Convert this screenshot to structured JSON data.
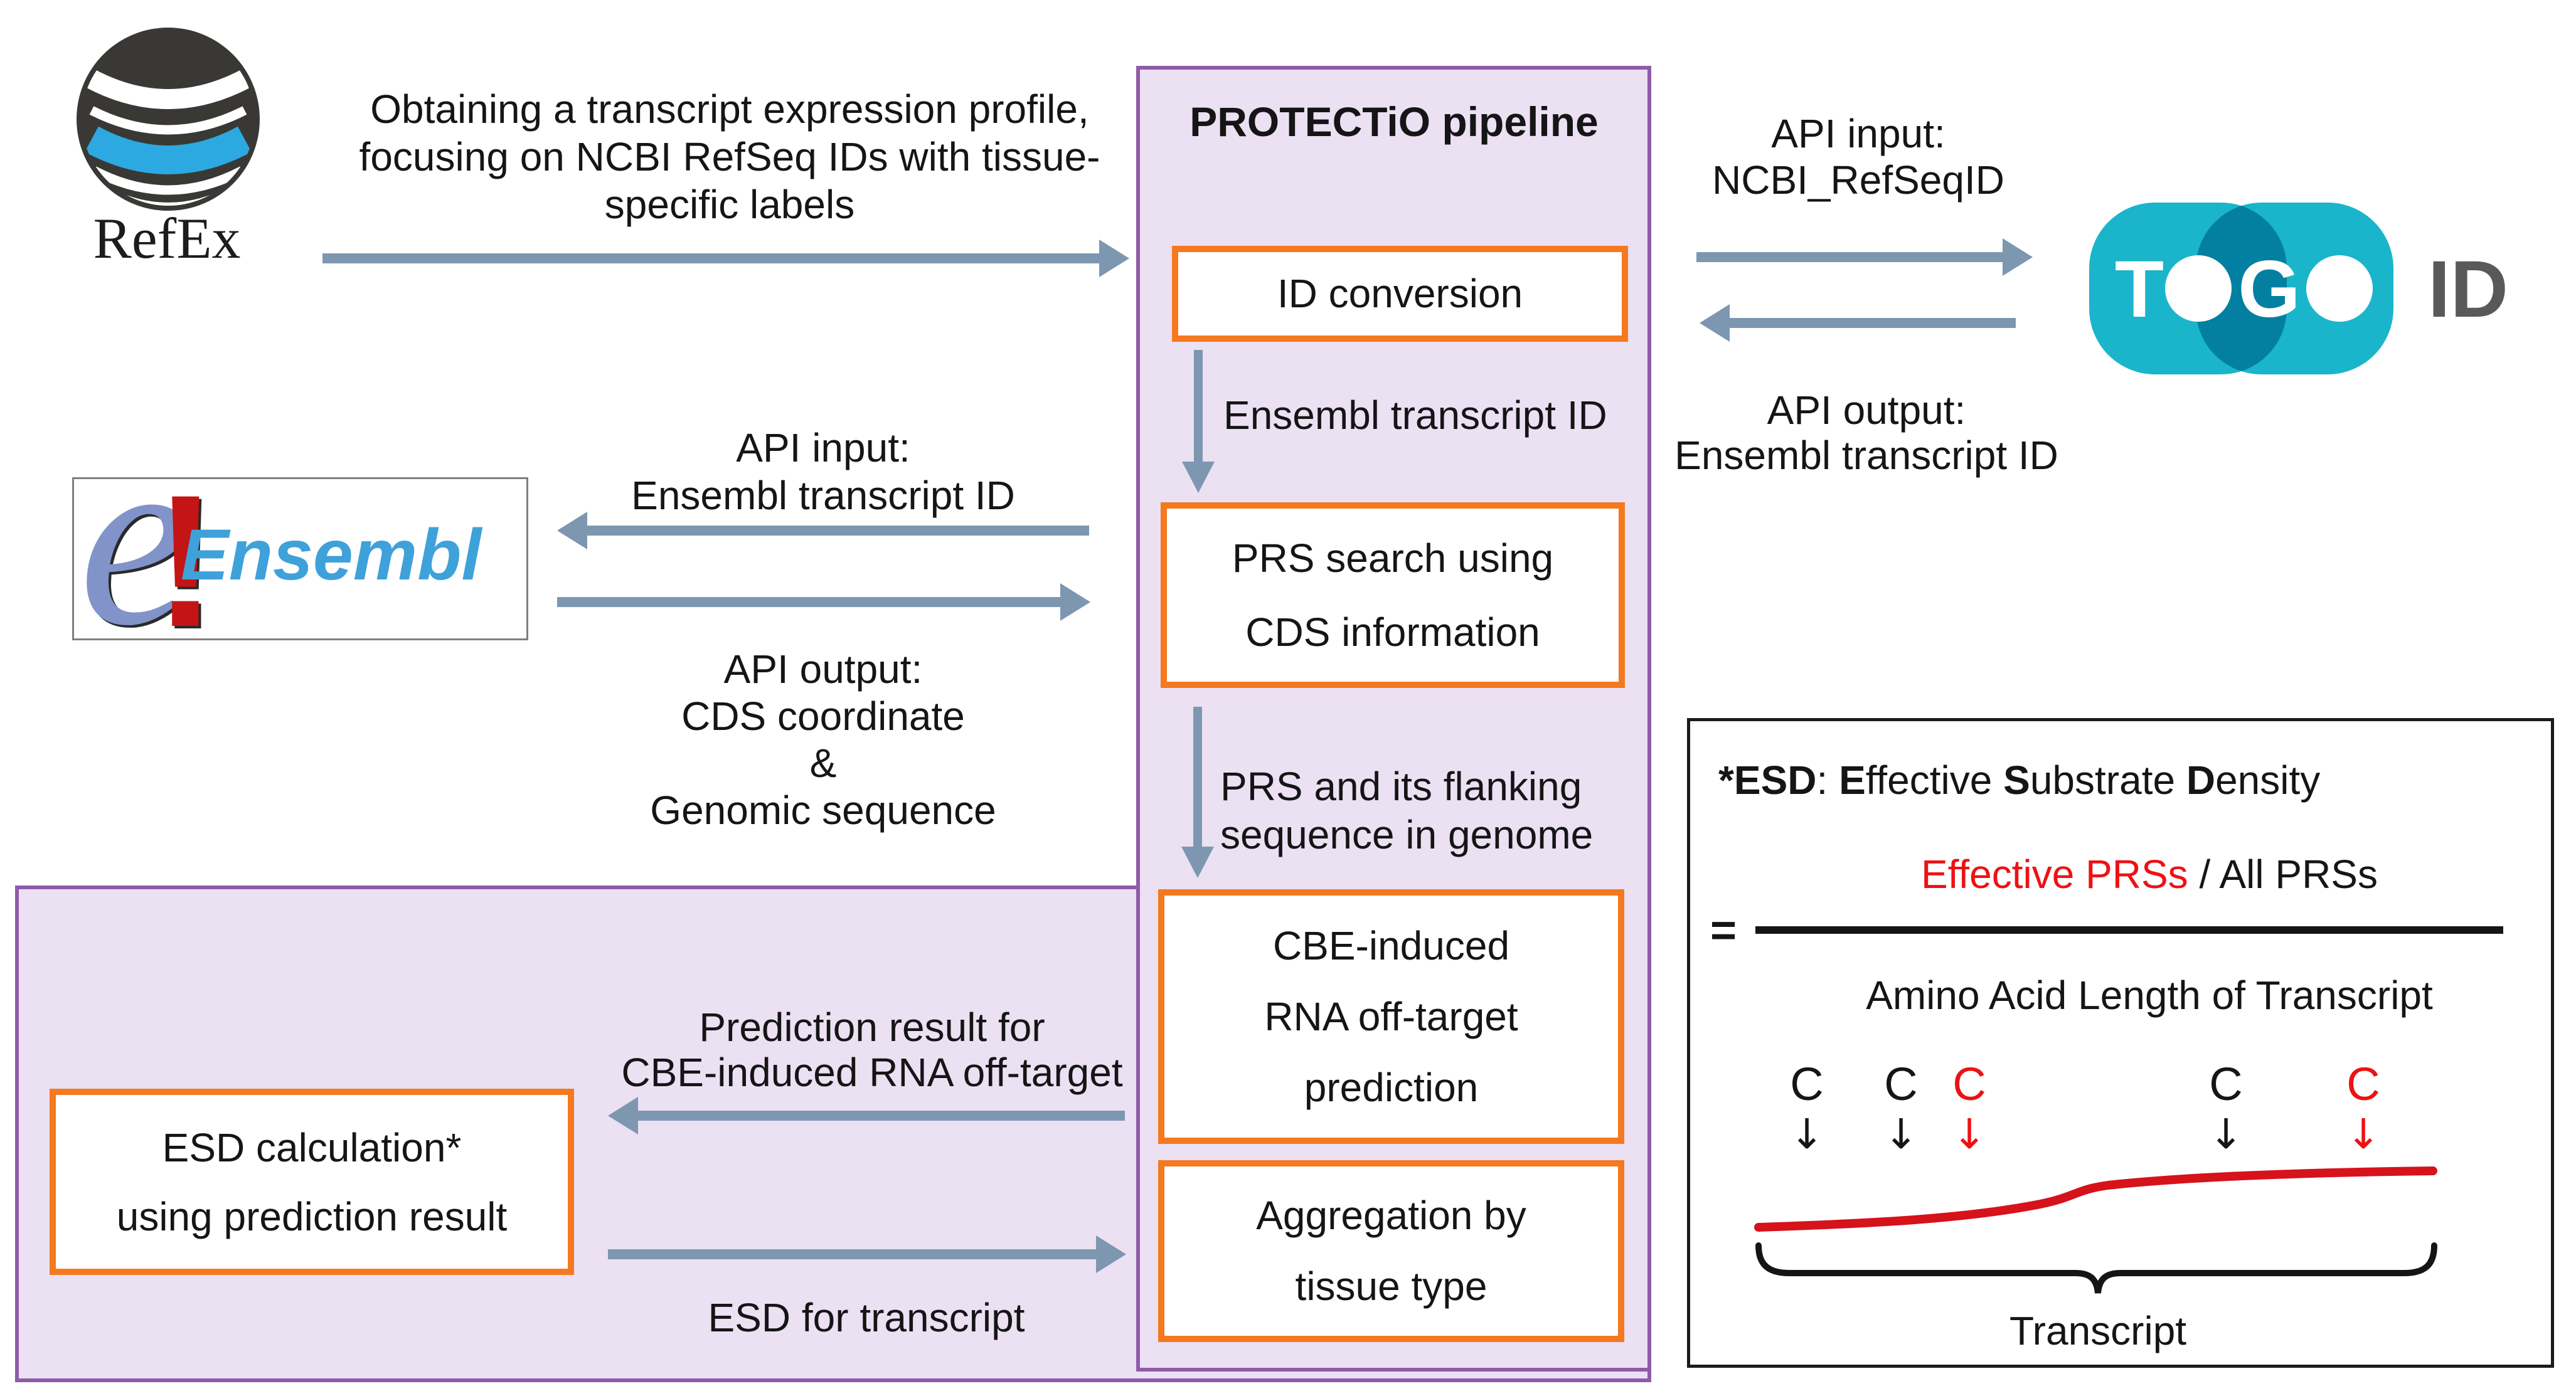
{
  "refex": {
    "label": "RefEx"
  },
  "top_note": {
    "line1": "Obtaining a transcript expression profile,",
    "line2": "focusing on NCBI RefSeq IDs with tissue-",
    "line3": "specific labels"
  },
  "pipeline": {
    "title": "PROTECTiO pipeline",
    "step1": "ID conversion",
    "arrow1_label": "Ensembl transcript ID",
    "step2_line1": "PRS search using",
    "step2_line2": "CDS information",
    "arrow2_line1": "PRS and its flanking",
    "arrow2_line2": "sequence in genome",
    "step3_line1": "CBE-induced",
    "step3_line2": "RNA off-target",
    "step3_line3": "prediction",
    "step4_line1": "Aggregation by",
    "step4_line2": "tissue type"
  },
  "togoid": {
    "api_input_line1": "API input:",
    "api_input_line2": "NCBI_RefSeqID",
    "api_output_line1": "API output:",
    "api_output_line2": "Ensembl transcript ID",
    "logo_t": "T",
    "logo_g": "G",
    "logo_id": "ID"
  },
  "ensembl": {
    "logo_e": "e",
    "logo_bang": "!",
    "logo_name": "Ensembl",
    "api_input_line1": "API input:",
    "api_input_line2": "Ensembl transcript ID",
    "api_output_line1": "API output:",
    "api_output_line2": "CDS coordinate",
    "api_output_line3": "&",
    "api_output_line4": "Genomic sequence"
  },
  "esd_flow": {
    "pred_line1": "Prediction result for",
    "pred_line2": "CBE-induced RNA off-target",
    "box_line1": "ESD calculation*",
    "box_line2": "using prediction result",
    "out_label": "ESD for transcript"
  },
  "esd_panel": {
    "title_bold1": "*ESD",
    "title_sep": ": ",
    "title_b2": "E",
    "title_r2": "ffective ",
    "title_b3": "S",
    "title_r3": "ubstrate ",
    "title_b4": "D",
    "title_r4": "ensity",
    "numerator_red": "Effective PRSs",
    "numerator_black": " / All PRSs",
    "equals": "=",
    "denominator": "Amino Acid Length of Transcript",
    "c_letters": [
      "C",
      "C",
      "C",
      "C",
      "C"
    ],
    "c_colors": [
      "#151515",
      "#151515",
      "#ee1114",
      "#151515",
      "#ee1114"
    ],
    "arrow_glyph": "↓",
    "transcript_label": "Transcript"
  },
  "colors": {
    "panel_fill": "#ece0f3",
    "panel_border": "#8e5ba8",
    "step_border": "#f4791f",
    "arrow": "#7d97b1",
    "accent_red": "#ee1114",
    "curve_red": "#d6121b",
    "togo_teal": "#1ab5cb",
    "togo_id_gray": "#58595b",
    "ensembl_blue": "#3fa1da",
    "refex_blue": "#2ba9e0"
  }
}
